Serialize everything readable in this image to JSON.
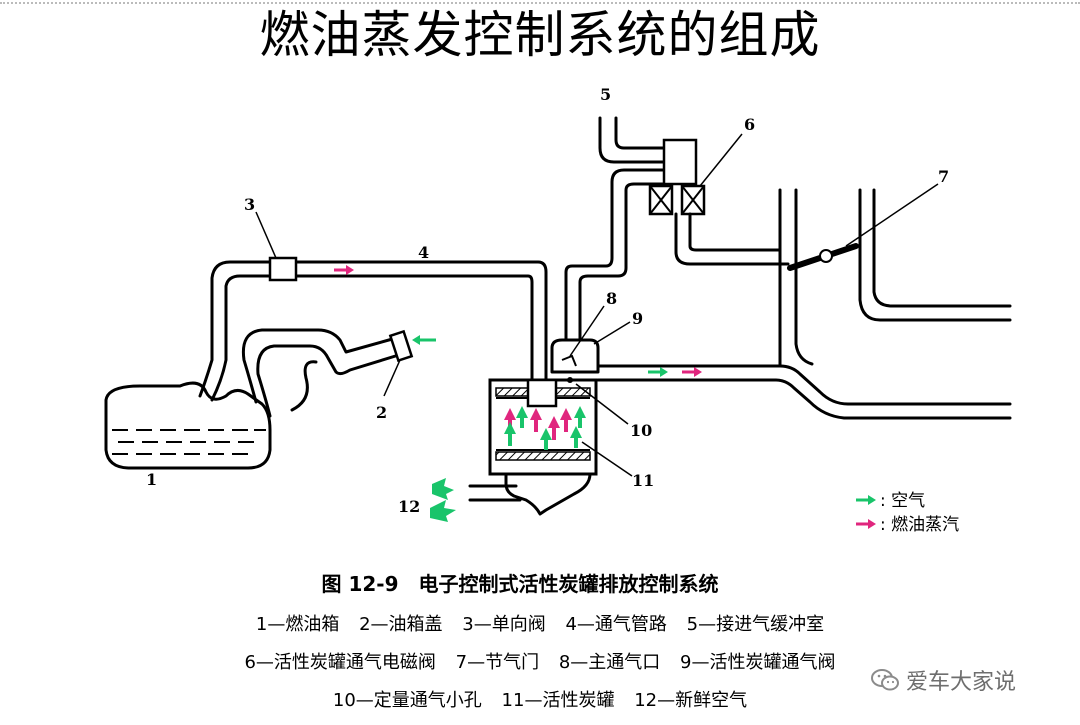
{
  "title": "燃油蒸发控制系统的组成",
  "labels": [
    "1",
    "2",
    "3",
    "4",
    "5",
    "6",
    "7",
    "8",
    "9",
    "10",
    "11",
    "12"
  ],
  "legend": {
    "air": ": 空气",
    "vapor": ": 燃油蒸汽",
    "air_color": "#19c46a",
    "vapor_color": "#e0267e"
  },
  "caption": {
    "title": "图 12-9　电子控制式活性炭罐排放控制系统",
    "line1": [
      "1—燃油箱",
      "2—油箱盖",
      "3—单向阀",
      "4—通气管路",
      "5—接进气缓冲室"
    ],
    "line2": [
      "6—活性炭罐通气电磁阀",
      "7—节气门",
      "8—主通气口",
      "9—活性炭罐通气阀"
    ],
    "line3": [
      "10—定量通气小孔",
      "11—活性炭罐",
      "12—新鲜空气"
    ]
  },
  "watermark": "爱车大家说"
}
